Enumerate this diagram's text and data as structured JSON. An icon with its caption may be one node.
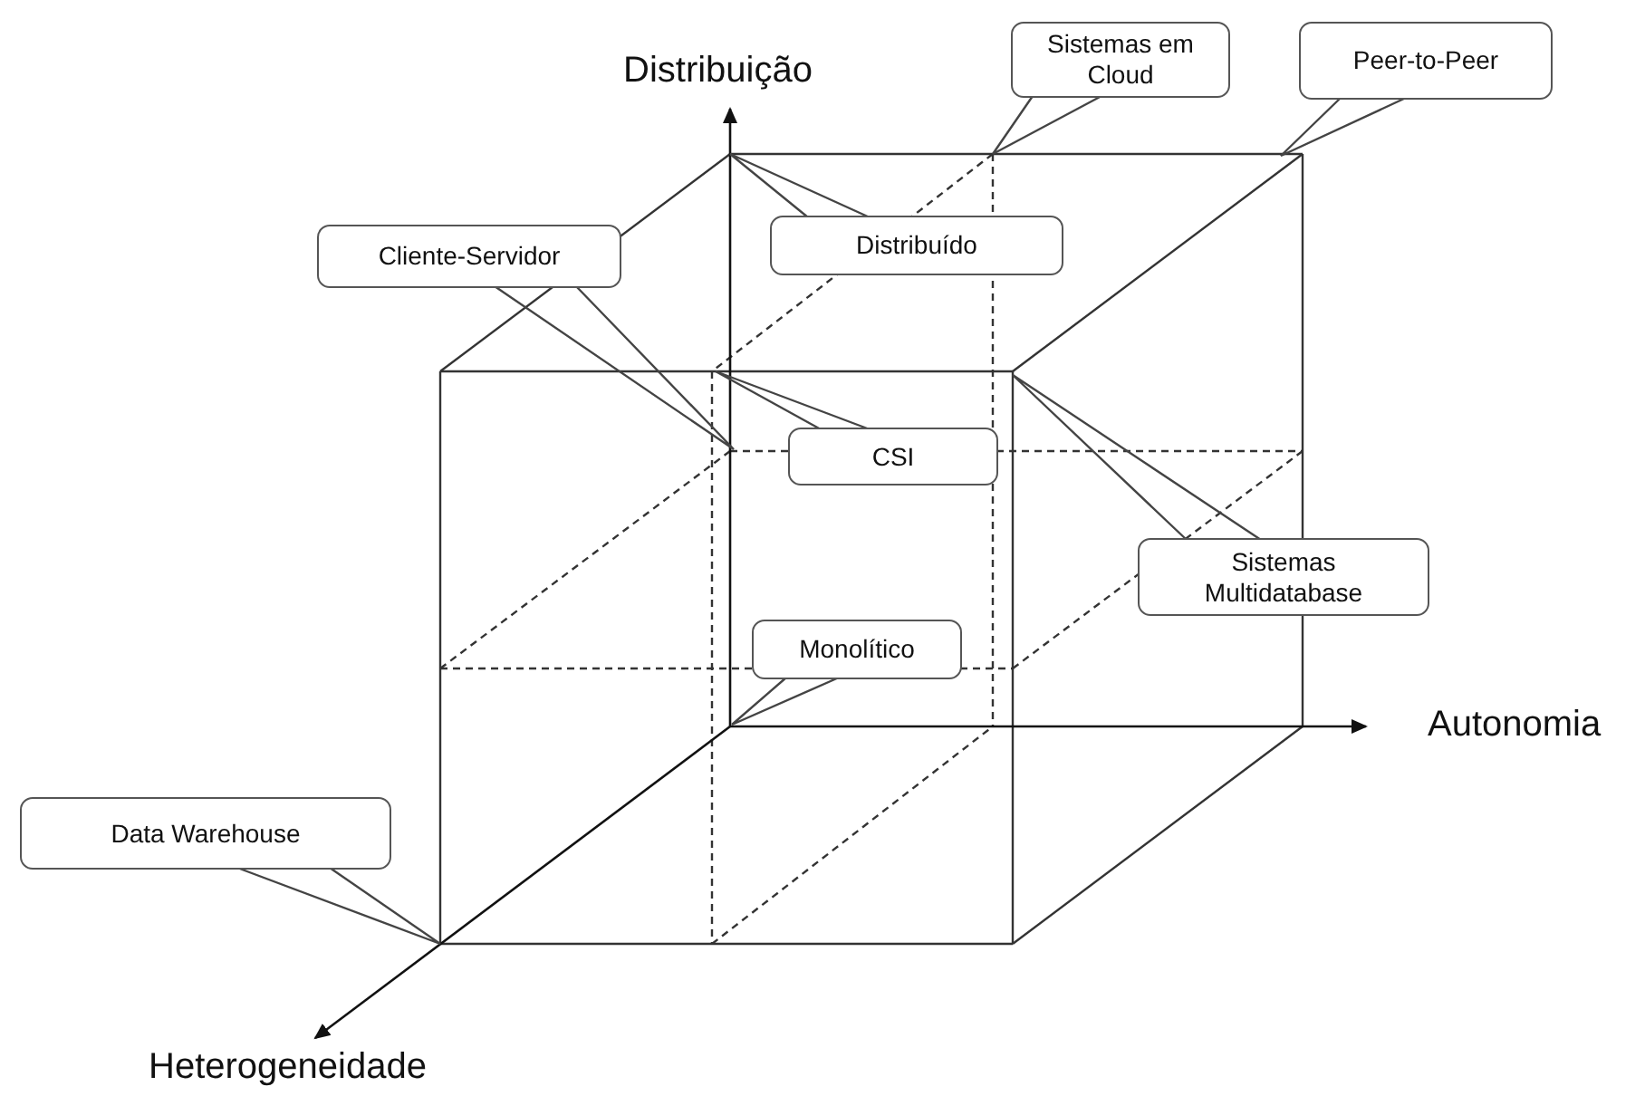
{
  "diagram": {
    "nodes": [
      {
        "text": [
          "Sistemas em Cloud"
        ]
      },
      {
        "text": [
          "Peer-to-Peer"
        ]
      },
      {
        "text": [
          "Cliente-Servidor"
        ]
      },
      {
        "text": [
          "Distribuído"
        ]
      },
      {
        "text": [
          "CSI"
        ]
      },
      {
        "text": [
          "Sistemas Multidatabase"
        ]
      },
      {
        "text": [
          "Monolítico"
        ]
      },
      {
        "text": [
          "Data Warehouse"
        ]
      }
    ],
    "edges": [
      {
        "from": 0,
        "to": null,
        "arrow": "none"
      },
      {
        "from": 1,
        "to": null,
        "arrow": "none"
      },
      {
        "from": 2,
        "to": null,
        "arrow": "none"
      },
      {
        "from": 3,
        "to": null,
        "arrow": "none"
      },
      {
        "from": 4,
        "to": null,
        "arrow": "none"
      },
      {
        "from": 5,
        "to": null,
        "arrow": "none"
      },
      {
        "from": 6,
        "to": null,
        "arrow": "none"
      },
      {
        "from": 7,
        "to": null,
        "arrow": "none"
      }
    ],
    "labels": [
      "Distribuição",
      "Autonomia",
      "Heterogeneidade"
    ]
  }
}
